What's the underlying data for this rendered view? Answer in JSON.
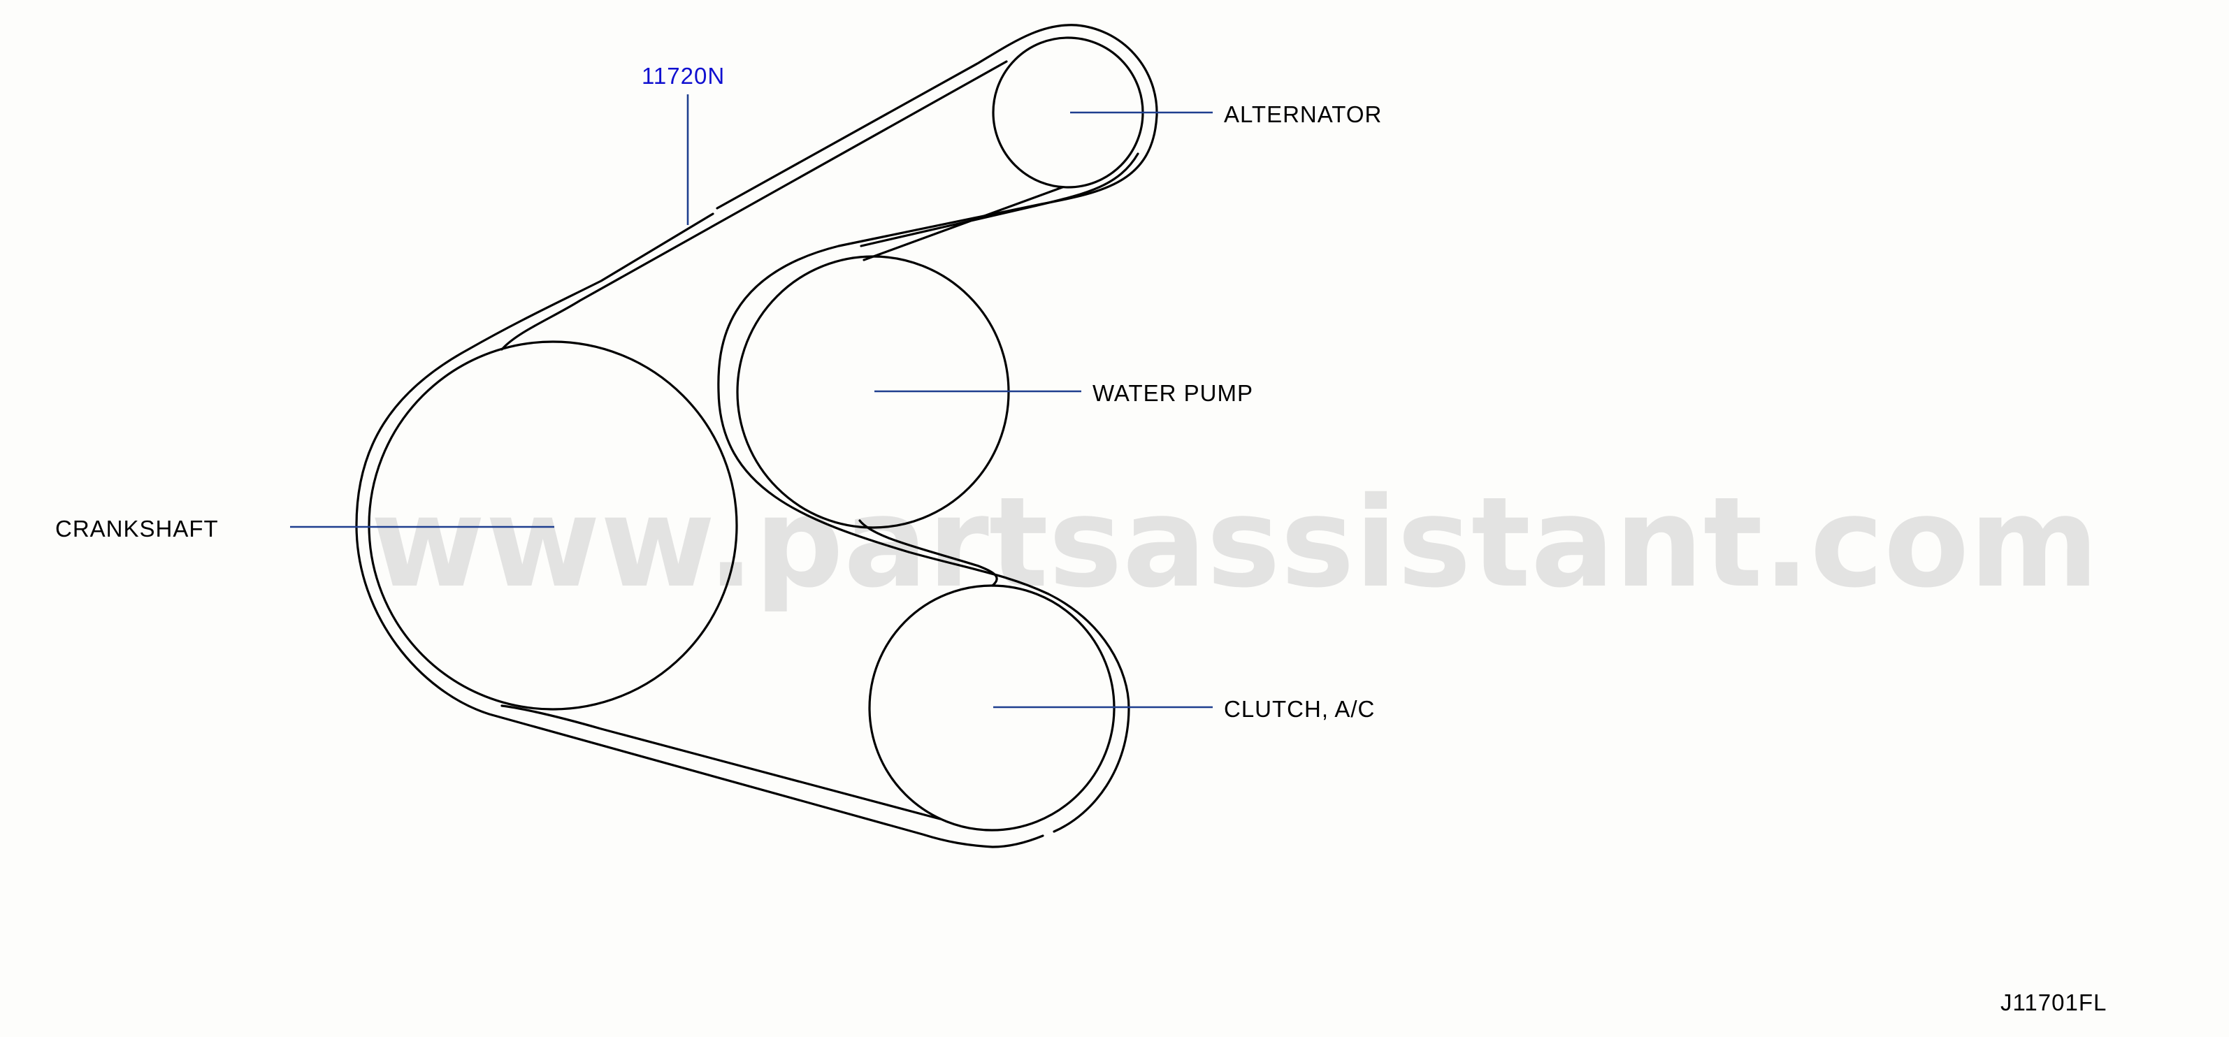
{
  "labels": {
    "part_number": "11720N",
    "alternator": "ALTERNATOR",
    "water_pump": "WATER PUMP",
    "crankshaft": "CRANKSHAFT",
    "clutch_ac": "CLUTCH, A/C",
    "figure_id": "J11701FL"
  },
  "watermark": "www.partsassistant.com",
  "colors": {
    "line": "#000000",
    "leader": "#1f3f8f",
    "part_number_text": "#1010d0",
    "watermark": "#cfcfcf",
    "background": "#fdfdfb"
  }
}
